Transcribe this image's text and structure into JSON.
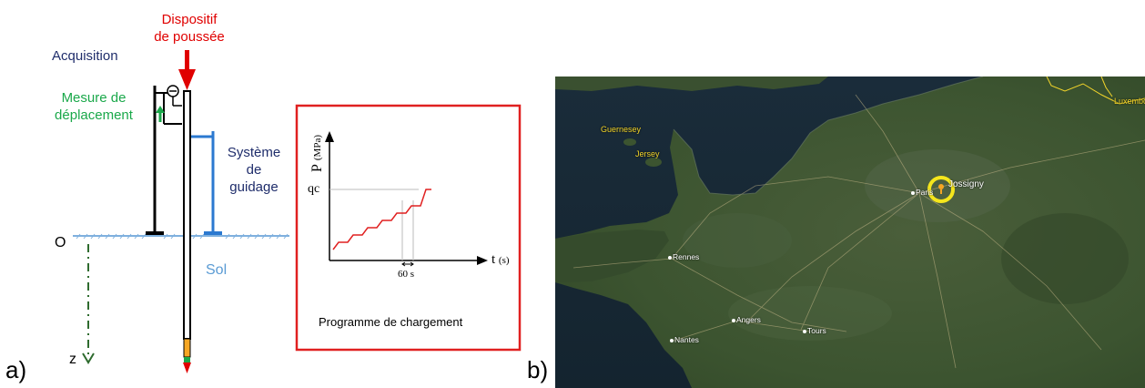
{
  "panel_a": {
    "label": "a)",
    "pushing_device": [
      "Dispositif",
      "de poussée"
    ],
    "acquisition": "Acquisition",
    "displacement": [
      "Mesure de",
      "déplacement"
    ],
    "guidance": [
      "Système",
      "de",
      "guidage"
    ],
    "origin": "O",
    "depth_axis": "z",
    "soil": "Sol",
    "colors": {
      "push": "#e00000",
      "acquisition": "#1f2d6b",
      "measure": "#1aa84a",
      "guide": "#2b79d0",
      "soil": "#5a9bd4",
      "frame": "#e02020"
    }
  },
  "loading_program": {
    "title": "Programme de chargement",
    "y_label": "P",
    "y_unit": "(MPa)",
    "y_tick": "qc",
    "x_label": "t",
    "x_unit": "(s)",
    "step_annotation": "60 s"
  },
  "panel_b": {
    "label": "b)",
    "places": {
      "guernesey": "Guernesey",
      "jersey": "Jersey",
      "rennes": "Rennes",
      "angers": "Angers",
      "tours": "Tours",
      "nantes": "Nantes",
      "paris": "Paris",
      "jossigny": "Jossigny",
      "luxembourg": "Luxembo"
    },
    "marker_color": "#f5e61c"
  }
}
